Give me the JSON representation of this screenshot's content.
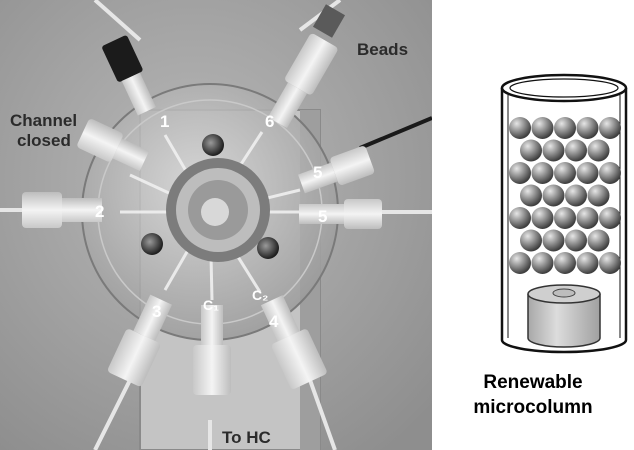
{
  "photo": {
    "labels": {
      "beads": "Beads",
      "channel_closed_line1": "Channel",
      "channel_closed_line2": "closed",
      "to_hc": "To HC",
      "port_1": "1",
      "port_2": "2",
      "port_3": "3",
      "port_4": "4",
      "port_5a": "5",
      "port_5b": "5",
      "port_6": "6",
      "c1": "C₁",
      "c2": "C₂"
    }
  },
  "diagram": {
    "caption_line1": "Renewable",
    "caption_line2": "microcolumn"
  },
  "colors": {
    "photo_background": "#a9a9a9",
    "bead": "#8a8a8a",
    "fitting": "#e8e8e8",
    "label_dark": "#2b2b2b",
    "label_light": "#ffffff"
  }
}
